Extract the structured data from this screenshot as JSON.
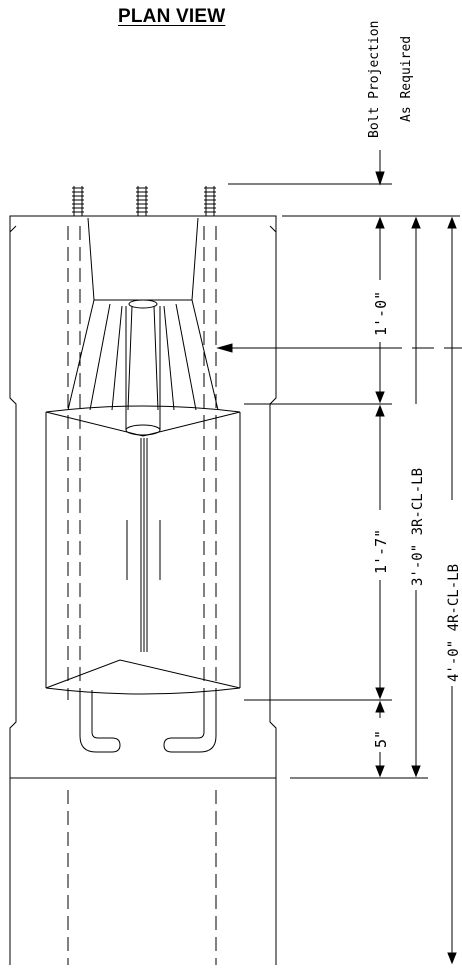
{
  "title": "PLAN VIEW",
  "notes": {
    "bolt_line1": "Bolt Projection",
    "bolt_line2": "As Required"
  },
  "dimensions": {
    "d1": "1'-0\"",
    "d2": "1'-7\"",
    "d3": "5\"",
    "d4": "3'-0\" 3R-CL-LB",
    "d5": "4'-0\" 4R-CL-LB"
  },
  "colors": {
    "line": "#000000",
    "background": "#ffffff"
  }
}
